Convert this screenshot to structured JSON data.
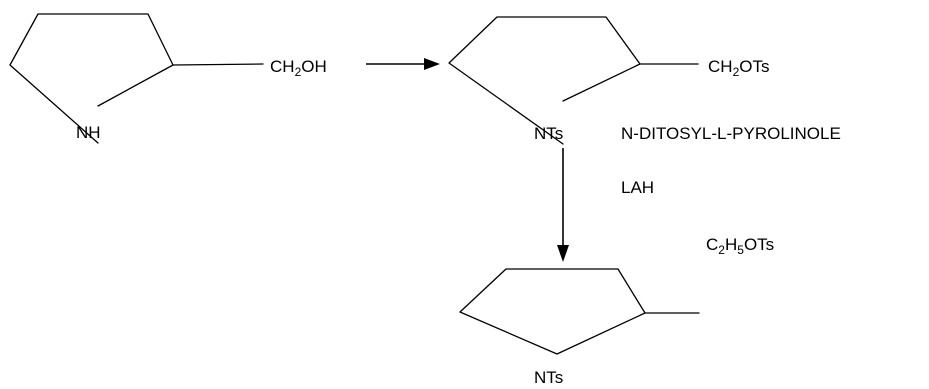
{
  "scheme": {
    "start": {
      "ring_label": "NH",
      "substituent": {
        "prefix": "CH",
        "sub": "2",
        "suffix": "OH"
      }
    },
    "intermediate": {
      "ring_label": "NTs",
      "substituent": {
        "prefix": "CH",
        "sub": "2",
        "suffix": "OTs"
      },
      "name": "N-DITOSYL-L-PYROLINOLE"
    },
    "reagents": {
      "reagent_1": "LAH",
      "reagent_2": {
        "p1": "C",
        "s1": "2",
        "p2": "H",
        "s2": "5",
        "p3": "OTs"
      }
    },
    "product": {
      "ring_label": "NTs"
    }
  }
}
